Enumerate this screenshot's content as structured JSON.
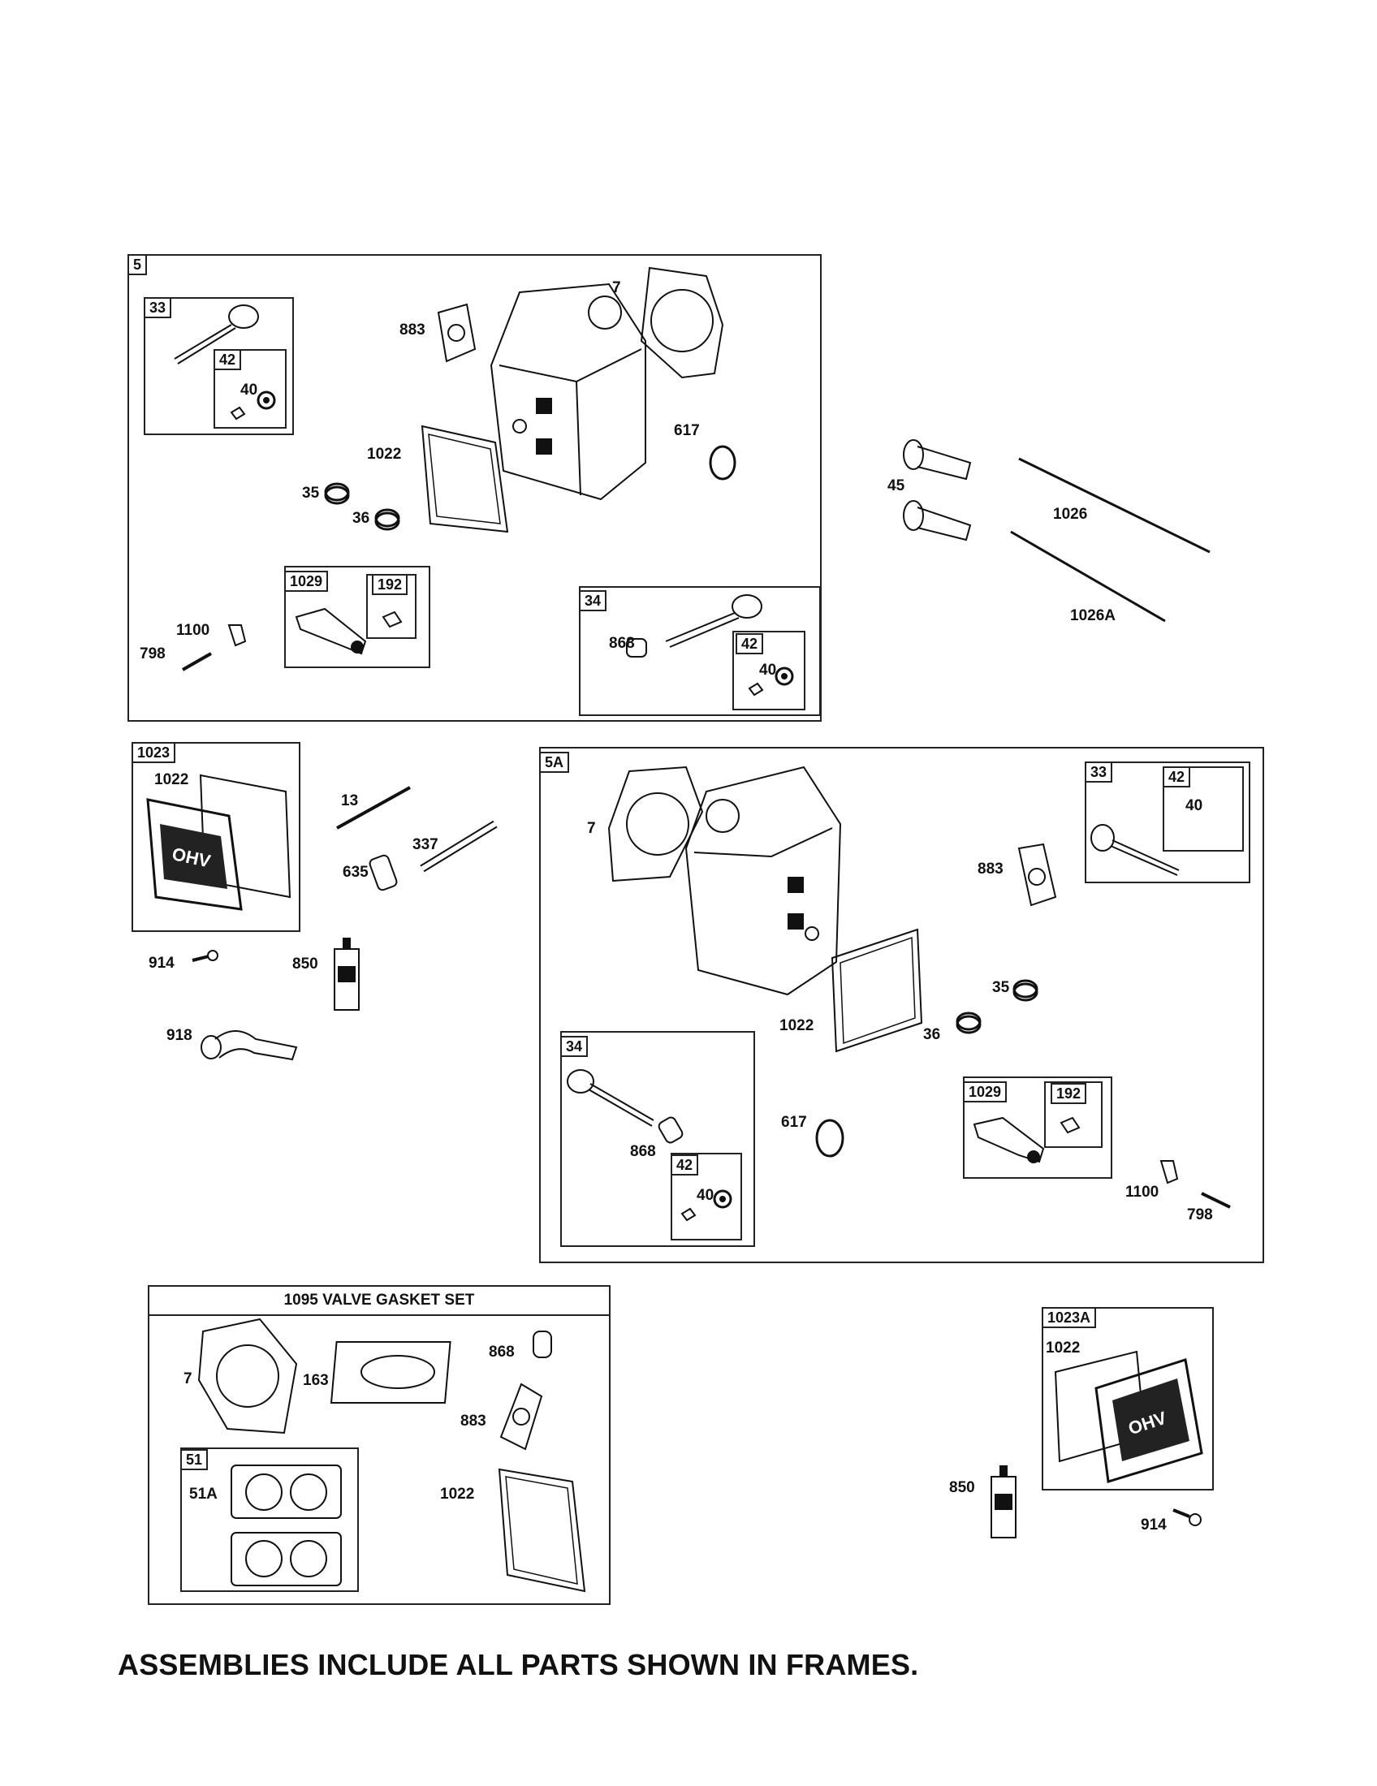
{
  "footer_note": "ASSEMBLIES INCLUDE ALL PARTS SHOWN IN FRAMES.",
  "frames": {
    "f5": "5",
    "f33a": "33",
    "f42a": "42",
    "f1029a": "1029",
    "f192a": "192",
    "f34a": "34",
    "f42b": "42",
    "f1023": "1023",
    "f5a": "5A",
    "f33b": "33",
    "f42c": "42",
    "f34b": "34",
    "f42d": "42",
    "f1029b": "1029",
    "f192b": "192",
    "gasket_set": "1095 VALVE GASKET SET",
    "f51": "51",
    "f1023a": "1023A"
  },
  "labels": {
    "l40a": "40",
    "l7a": "7",
    "l883a": "883",
    "l617a": "617",
    "l1022a": "1022",
    "l35a": "35",
    "l36a": "36",
    "l1100a": "1100",
    "l798a": "798",
    "l868a": "868",
    "l40b": "40",
    "l45": "45",
    "l1026": "1026",
    "l1026a": "1026A",
    "l1022b": "1022",
    "l13": "13",
    "l337": "337",
    "l635": "635",
    "l914a": "914",
    "l850a": "850",
    "l918": "918",
    "l7b": "7",
    "l40c": "40",
    "l883b": "883",
    "l35b": "35",
    "l1022c": "1022",
    "l36b": "36",
    "l617b": "617",
    "l868b": "868",
    "l40d": "40",
    "l1100b": "1100",
    "l798b": "798",
    "l7c": "7",
    "l163": "163",
    "l868c": "868",
    "l883c": "883",
    "l51a": "51A",
    "l1022d": "1022",
    "l1022e": "1022",
    "l850b": "850",
    "l914b": "914"
  }
}
